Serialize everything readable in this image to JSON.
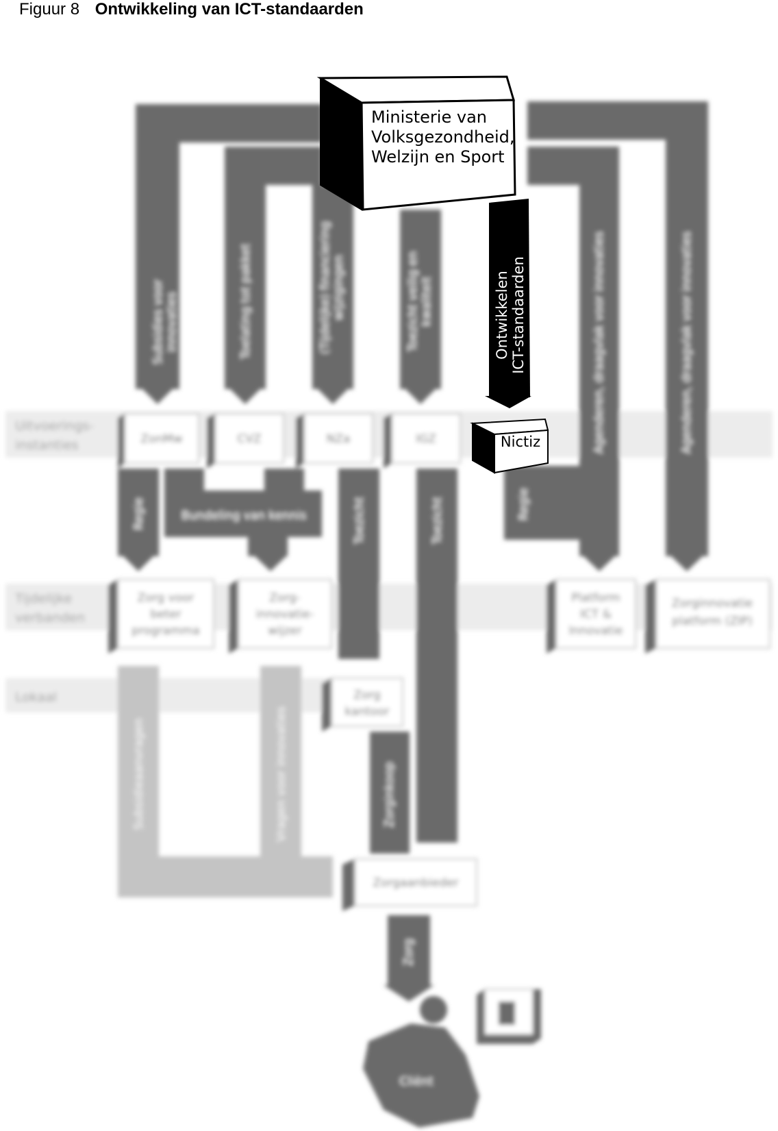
{
  "figure": {
    "number": "Figuur 8",
    "title": "Ontwikkeling van ICT-standaarden"
  },
  "ministry": {
    "line1": "Ministerie van",
    "line2": "Volksgezondheid,",
    "line3": "Welzijn en Sport"
  },
  "focus_arrow": {
    "line1": "Ontwikkelen",
    "line2": "ICT-standaarden"
  },
  "nictiz": "Nictiz",
  "rows": {
    "uitvoering": [
      "Uitvoerings-",
      "instanties"
    ],
    "tijdelijk": [
      "Tijdelijke",
      "verbanden"
    ],
    "lokaal": "Lokaal"
  },
  "agencies": [
    "ZonMw",
    "CVZ",
    "NZa",
    "IGZ"
  ],
  "flows": {
    "subsidies": [
      "Subsidies voor",
      "innovaties"
    ],
    "toelating": "Toelating tot pakket",
    "tarieven": [
      "(Tijdelijke) financiering",
      "wijzigingen"
    ],
    "toezicht_veilig": [
      "Toezicht veilig en",
      "kwaliteit"
    ],
    "agendering1": "Agenderen, draagvlak voor innovaties",
    "agendering2": "Agenderen, draagvlak voor innovaties",
    "regie_left": "Regie",
    "regie_right": "Regie",
    "bundeling": "Bundeling van kennis",
    "toezicht1": "Toezicht",
    "toezicht2": "Toezicht",
    "zorginkoop": "Zorginkoop",
    "subsidieaanvragen": "Subsidieaanvragen",
    "vragen": "Vragen voor innovaties",
    "zorg": "Zorg"
  },
  "temporary": {
    "zorg_voor_beter": [
      "Zorg voor",
      "beter",
      "programma"
    ],
    "zorginnovatie_wijzer": [
      "Zorg-",
      "innovatie-",
      "wijzer"
    ],
    "platform_ict": [
      "Platform",
      "ICT &",
      "Innovatie"
    ],
    "zip": [
      "Zorginnovatie",
      "platform (ZIP)"
    ]
  },
  "zorgkantoor": [
    "Zorg",
    "kantoor"
  ],
  "zorgaanbieder": "Zorgaanbieder",
  "client": "Cliënt"
}
